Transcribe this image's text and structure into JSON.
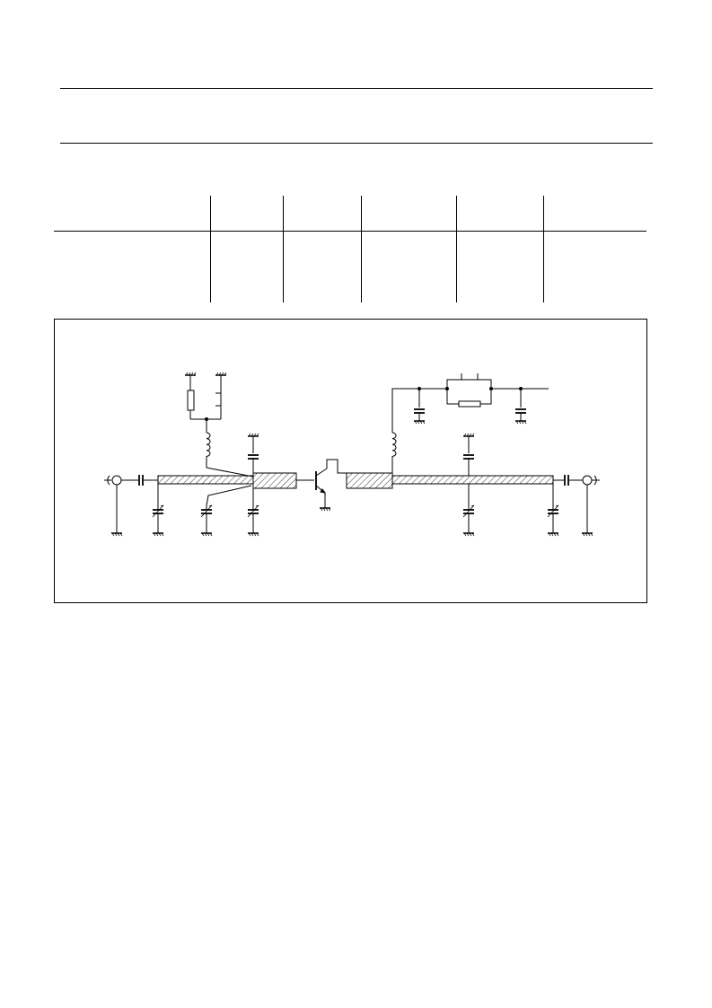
{
  "page": {
    "header_rules": 2,
    "table": {
      "columns": 6,
      "rows": 2,
      "cells": []
    },
    "figure": {
      "kind": "circuit-schematic",
      "components": [
        "coax-connector-icon",
        "capacitor-icon",
        "stripline-icon",
        "trimmer-capacitor-icon",
        "inductor-icon",
        "resistor-icon",
        "transistor-icon",
        "ground-icon"
      ],
      "colors": {
        "line": "#000000",
        "background": "#ffffff"
      }
    }
  }
}
